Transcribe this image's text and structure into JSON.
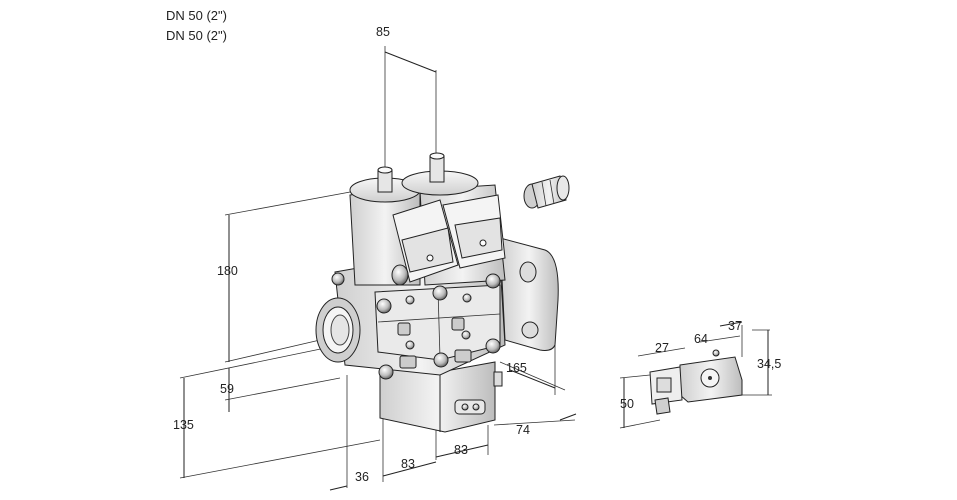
{
  "titles": [
    "DN 50 (2\")",
    "DN 50 (2\")"
  ],
  "dimensions": {
    "d85": "85",
    "d180": "180",
    "d59": "59",
    "d135": "135",
    "d36": "36",
    "d83a": "83",
    "d83b": "83",
    "d165": "165",
    "d74": "74",
    "d27": "27",
    "d64": "64",
    "d37": "37",
    "d34_5": "34,5",
    "d50": "50"
  },
  "colors": {
    "line": "#222222",
    "body_light": "#f2f2f2",
    "body_mid": "#d9d9d9",
    "body_dark": "#a6a6a6",
    "background": "#ffffff"
  }
}
